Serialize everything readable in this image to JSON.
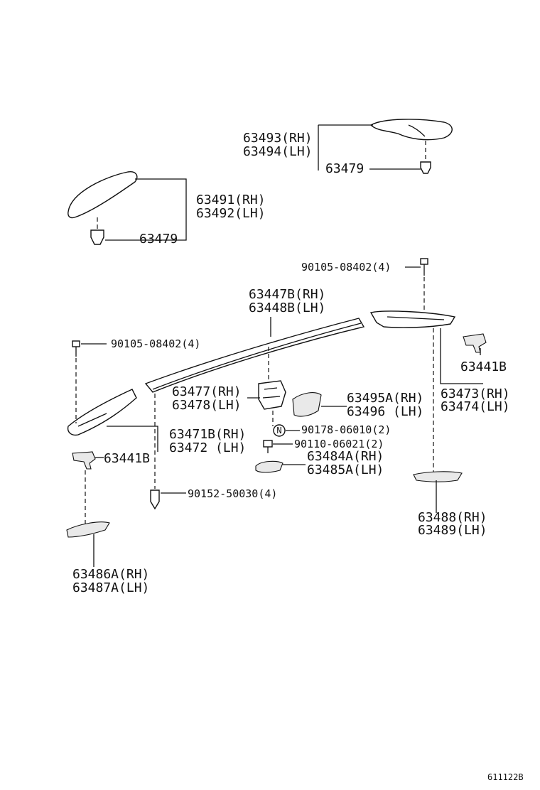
{
  "callouts": {
    "c63493": "63493(RH)",
    "c63494": "63494(LH)",
    "c63479_top": "63479",
    "c63491": "63491(RH)",
    "c63492": "63492(LH)",
    "c63479_left": "63479",
    "c90105_right": "90105-08402(4)",
    "c63447b": "63447B(RH)",
    "c63448b": "63448B(LH)",
    "c90105_left": "90105-08402(4)",
    "c63441b_right": "63441B",
    "c63477": "63477(RH)",
    "c63478": "63478(LH)",
    "c63495a": "63495A(RH)",
    "c63496": "63496 (LH)",
    "c63473": "63473(RH)",
    "c63474": "63474(LH)",
    "c90178": "90178-06010(2)",
    "c90110": "90110-06021(2)",
    "c63471b": "63471B(RH)",
    "c63472": "63472 (LH)",
    "c63441b_left": "63441B",
    "c63484a": "63484A(RH)",
    "c63485a": "63485A(LH)",
    "c90152": "90152-50030(4)",
    "c63488": "63488(RH)",
    "c63489": "63489(LH)",
    "c63486a": "63486A(RH)",
    "c63487a": "63487A(LH)",
    "n_marker": "N"
  },
  "figure_id": "611122B"
}
